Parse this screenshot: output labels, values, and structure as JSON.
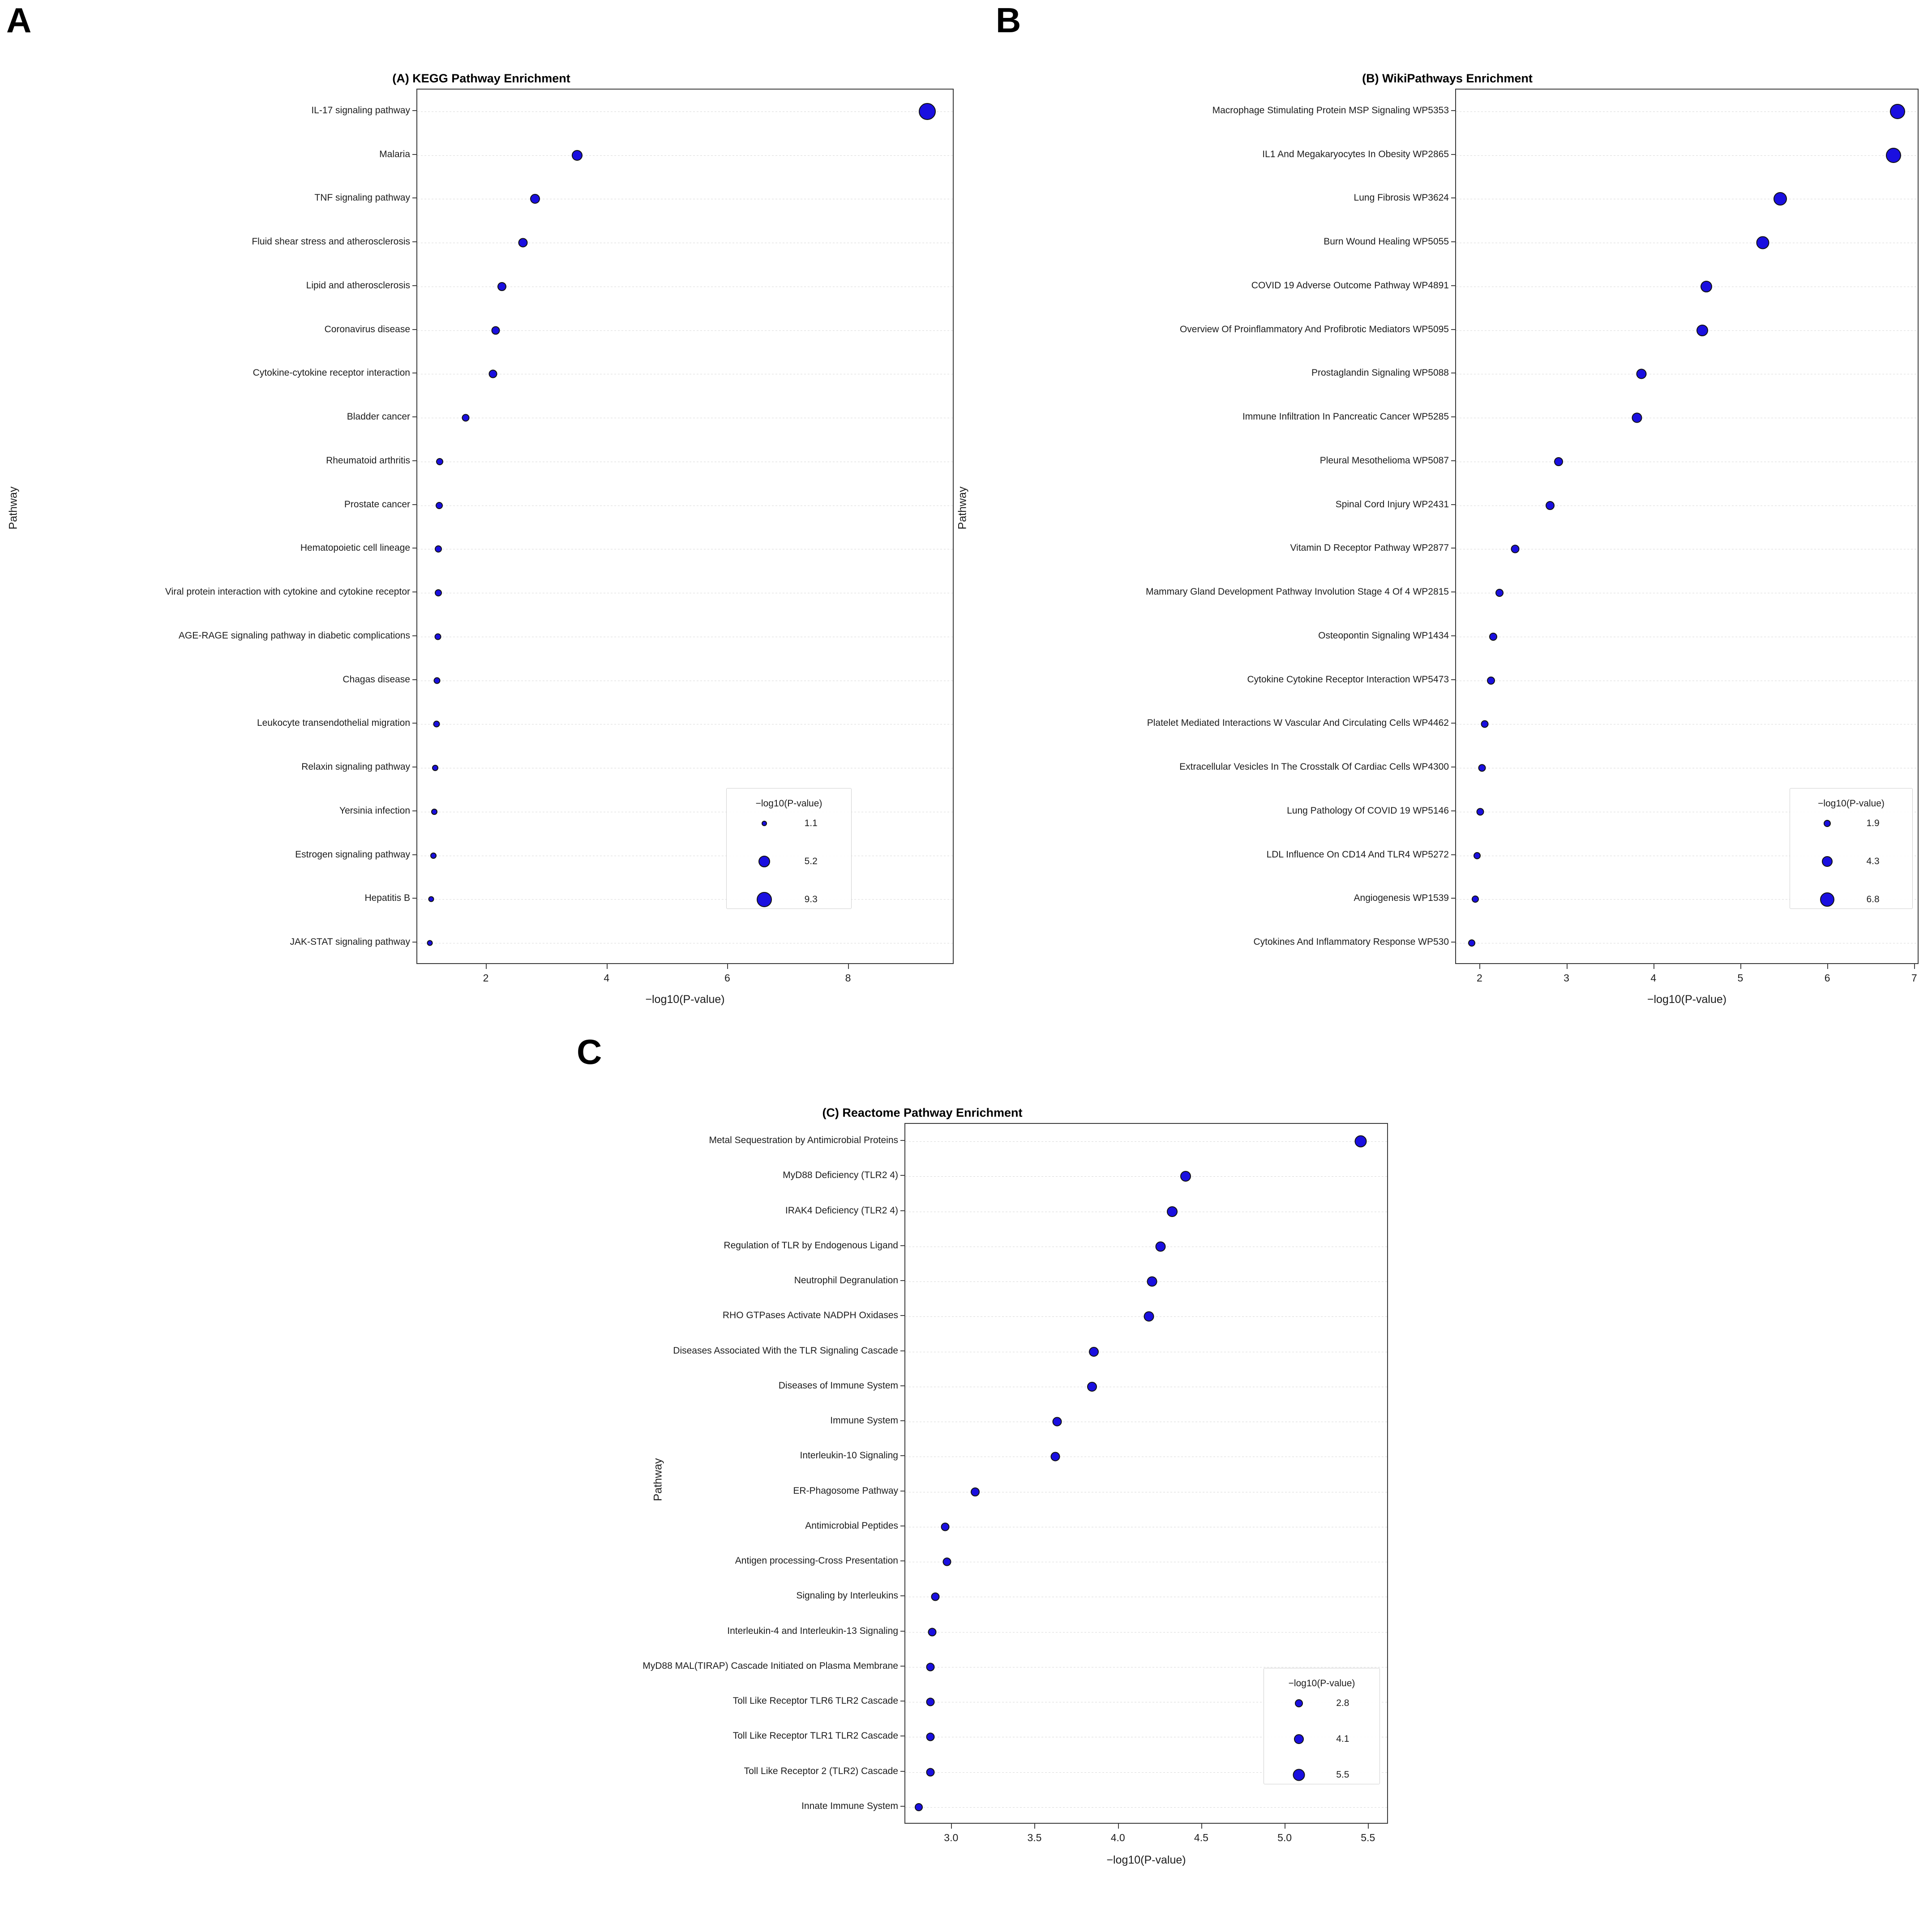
{
  "figure": {
    "panel_letters": [
      "A",
      "B",
      "C"
    ]
  },
  "chart_data": [
    {
      "type": "scatter",
      "panel": "A",
      "title": "(A) KEGG Pathway Enrichment",
      "xlabel": "−log10(P-value)",
      "ylabel": "Pathway",
      "xlim": [
        0.85,
        9.75
      ],
      "xticks": [
        2,
        4,
        6,
        8
      ],
      "xticklabels": [
        "2",
        "4",
        "6",
        "8"
      ],
      "grid": true,
      "legend_title": "−log10(P-value)",
      "legend_values": [
        "1.1",
        "5.2",
        "9.3"
      ],
      "legend_sizes": [
        12,
        26,
        34
      ],
      "categories": [
        "IL-17 signaling pathway",
        "Malaria",
        "TNF signaling pathway",
        "Fluid shear stress and atherosclerosis",
        "Lipid and atherosclerosis",
        "Coronavirus disease",
        "Cytokine-cytokine receptor interaction",
        "Bladder cancer",
        "Rheumatoid arthritis",
        "Prostate cancer",
        "Hematopoietic cell lineage",
        "Viral protein interaction with cytokine and cytokine receptor",
        "AGE-RAGE signaling pathway in diabetic complications",
        "Chagas disease",
        "Leukocyte transendothelial migration",
        "Relaxin signaling pathway",
        "Yersinia infection",
        "Estrogen signaling pathway",
        "Hepatitis B",
        "JAK-STAT signaling pathway"
      ],
      "values": [
        9.3,
        3.5,
        2.8,
        2.6,
        2.25,
        2.15,
        2.1,
        1.65,
        1.22,
        1.21,
        1.2,
        1.2,
        1.19,
        1.18,
        1.17,
        1.15,
        1.13,
        1.12,
        1.08,
        1.06
      ],
      "sizes": [
        38,
        24,
        22,
        21,
        20,
        19,
        19,
        17,
        16,
        16,
        16,
        16,
        15,
        15,
        15,
        14,
        14,
        14,
        13,
        13
      ]
    },
    {
      "type": "scatter",
      "panel": "B",
      "title": "(B) WikiPathways Enrichment",
      "xlabel": "−log10(P-value)",
      "ylabel": "Pathway",
      "xlim": [
        1.72,
        7.05
      ],
      "xticks": [
        2,
        3,
        4,
        5,
        6,
        7
      ],
      "xticklabels": [
        "2",
        "3",
        "4",
        "5",
        "6",
        "7"
      ],
      "grid": true,
      "legend_title": "−log10(P-value)",
      "legend_values": [
        "1.9",
        "4.3",
        "6.8"
      ],
      "legend_sizes": [
        16,
        24,
        32
      ],
      "categories": [
        "Macrophage Stimulating Protein MSP Signaling WP5353",
        "IL1 And Megakaryocytes In Obesity WP2865",
        "Lung Fibrosis WP3624",
        "Burn Wound Healing WP5055",
        "COVID 19 Adverse Outcome Pathway WP4891",
        "Overview Of Proinflammatory And Profibrotic Mediators WP5095",
        "Prostaglandin Signaling WP5088",
        "Immune Infiltration In Pancreatic Cancer WP5285",
        "Pleural Mesothelioma WP5087",
        "Spinal Cord Injury WP2431",
        "Vitamin D Receptor Pathway WP2877",
        "Mammary Gland Development Pathway Involution Stage 4 Of 4 WP2815",
        "Osteopontin Signaling WP1434",
        "Cytokine Cytokine Receptor Interaction WP5473",
        "Platelet Mediated Interactions W Vascular And Circulating Cells WP4462",
        "Extracellular Vesicles In The Crosstalk Of Cardiac Cells WP4300",
        "Lung Pathology Of COVID 19 WP5146",
        "LDL Influence On CD14 And TLR4 WP5272",
        "Angiogenesis WP1539",
        "Cytokines And Inflammatory Response WP530"
      ],
      "values": [
        6.8,
        6.75,
        5.45,
        5.25,
        4.6,
        4.55,
        3.85,
        3.8,
        2.9,
        2.8,
        2.4,
        2.22,
        2.15,
        2.12,
        2.05,
        2.02,
        2.0,
        1.96,
        1.94,
        1.9
      ],
      "sizes": [
        34,
        34,
        30,
        29,
        26,
        26,
        23,
        23,
        20,
        20,
        19,
        18,
        18,
        18,
        17,
        17,
        17,
        16,
        16,
        16
      ]
    },
    {
      "type": "scatter",
      "panel": "C",
      "title": "(C) Reactome Pathway Enrichment",
      "xlabel": "−log10(P-value)",
      "ylabel": "Pathway",
      "xlim": [
        2.72,
        5.62
      ],
      "xticks": [
        3.0,
        3.5,
        4.0,
        4.5,
        5.0,
        5.5
      ],
      "xticklabels": [
        "3.0",
        "3.5",
        "4.0",
        "4.5",
        "5.0",
        "5.5"
      ],
      "grid": true,
      "legend_title": "−log10(P-value)",
      "legend_values": [
        "2.8",
        "4.1",
        "5.5"
      ],
      "legend_sizes": [
        18,
        22,
        27
      ],
      "categories": [
        "Metal Sequestration by Antimicrobial Proteins",
        "MyD88 Deficiency (TLR2 4)",
        "IRAK4 Deficiency (TLR2 4)",
        "Regulation of TLR by Endogenous Ligand",
        "Neutrophil Degranulation",
        "RHO GTPases Activate NADPH Oxidases",
        "Diseases Associated With the TLR Signaling Cascade",
        "Diseases of Immune System",
        "Immune System",
        "Interleukin-10 Signaling",
        "ER-Phagosome Pathway",
        "Antimicrobial Peptides",
        "Antigen processing-Cross Presentation",
        "Signaling by Interleukins",
        "Interleukin-4 and Interleukin-13 Signaling",
        "MyD88 MAL(TIRAP) Cascade Initiated on Plasma Membrane",
        "Toll Like Receptor TLR6 TLR2 Cascade",
        "Toll Like Receptor TLR1 TLR2 Cascade",
        "Toll Like Receptor 2 (TLR2) Cascade",
        "Innate Immune System"
      ],
      "values": [
        5.45,
        4.4,
        4.32,
        4.25,
        4.2,
        4.18,
        3.85,
        3.84,
        3.63,
        3.62,
        3.14,
        2.96,
        2.97,
        2.9,
        2.88,
        2.87,
        2.87,
        2.87,
        2.87,
        2.8
      ],
      "sizes": [
        27,
        24,
        24,
        23,
        23,
        23,
        22,
        22,
        21,
        21,
        20,
        19,
        19,
        19,
        19,
        19,
        19,
        19,
        19,
        18
      ]
    }
  ]
}
